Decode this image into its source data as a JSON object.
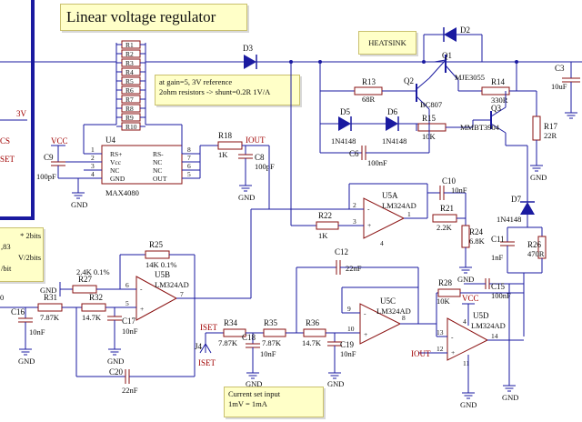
{
  "title": "Linear voltage regulator",
  "notes": {
    "gain_note": [
      "at gain=5, 3V reference",
      "2ohm resistors -> shunt=0.2R 1V/A"
    ],
    "current_note": [
      "Current set input",
      "1mV = 1mA"
    ],
    "left_note": [
      "* 2bits",
      ",83",
      "V/2bits",
      "/bit"
    ],
    "heatsink": "HEATSINK"
  },
  "left_fragments": {
    "v3": "3V",
    "cs": "CS",
    "set": "SET"
  },
  "nets": {
    "vcc1": "VCC",
    "vcc2": "VCC",
    "iout1": "IOUT",
    "iout2": "IOUT",
    "iset1": "ISET",
    "iset2": "ISET",
    "gnd": "GND"
  },
  "resistor_array": [
    "R1",
    "R2",
    "R3",
    "R4",
    "R5",
    "R6",
    "R7",
    "R8",
    "R9",
    "R10"
  ],
  "u4": {
    "ref": "U4",
    "part": "MAX4080",
    "left_pins": [
      {
        "n": "1",
        "name": "RS+"
      },
      {
        "n": "2",
        "name": "Vcc"
      },
      {
        "n": "3",
        "name": "NC"
      },
      {
        "n": "4",
        "name": "GND"
      }
    ],
    "right_pins": [
      {
        "n": "8",
        "name": "RS-"
      },
      {
        "n": "7",
        "name": "NC"
      },
      {
        "n": "6",
        "name": "NC"
      },
      {
        "n": "5",
        "name": "OUT"
      }
    ]
  },
  "components": {
    "d3": "D3",
    "d2": "D2",
    "q1": "Q1",
    "q1p": "MJE3055",
    "q2": "Q2",
    "q2p": "BC807",
    "q3": "Q3",
    "q3p": "MMBT3904",
    "r13": "R13",
    "r13v": "68R",
    "r14": "R14",
    "r14v": "330R",
    "r15": "R15",
    "r15v": "10K",
    "r17": "R17",
    "r17v": "22R",
    "r18": "R18",
    "r18v": "1K",
    "r21": "R21",
    "r21v": "2.2K",
    "r22": "R22",
    "r22v": "1K",
    "r24": "R24",
    "r24v": "6.8K",
    "r25": "R25",
    "r25v": "14K 0.1%",
    "r26": "R26",
    "r26v": "470R",
    "r27": "R27",
    "r27v": "2.4K 0.1%",
    "r28": "R28",
    "r28v": "10K",
    "r31": "R31",
    "r31v": "7.87K",
    "r32": "R32",
    "r32v": "14.7K",
    "r34": "R34",
    "r34v": "7.87K",
    "r35": "R35",
    "r35v": "7.87K",
    "r36": "R36",
    "r36v": "14.7K",
    "d5": "D5",
    "d5p": "1N4148",
    "d6": "D6",
    "d6p": "1N4148",
    "d7": "D7",
    "d7p": "1N4148",
    "c3": "C3",
    "c3v": "10uF",
    "c6": "C6",
    "c6v": "100nF",
    "c8": "C8",
    "c8v": "100pF",
    "c9": "C9",
    "c9v": "100pF",
    "c10": "C10",
    "c10v": "10nF",
    "c11": "C11",
    "c11v": "1nF",
    "c12": "C12",
    "c12v": "22nF",
    "c15": "C15",
    "c15v": "100nF",
    "c16": "C16",
    "c16v": "10nF",
    "c17": "C17",
    "c17v": "10nF",
    "c18": "C18",
    "c18v": "10nF",
    "c19": "C19",
    "c19v": "10nF",
    "c20": "C20",
    "c20v": "22nF",
    "j4": "J4",
    "r0": "0"
  },
  "opamps": {
    "u5a": {
      "ref": "U5A",
      "part": "LM324AD",
      "p1": "2",
      "p2": "3",
      "p3": "1",
      "p4": "4"
    },
    "u5b": {
      "ref": "U5B",
      "part": "LM324AD",
      "p1": "6",
      "p2": "5",
      "p3": "7",
      "p4": ""
    },
    "u5c": {
      "ref": "U5C",
      "part": "LM324AD",
      "p1": "9",
      "p2": "10",
      "p3": "8",
      "p4": ""
    },
    "u5d": {
      "ref": "U5D",
      "part": "LM324AD",
      "p1": "13",
      "p2": "12",
      "p3": "14",
      "p4": "4",
      "p5": "11"
    }
  },
  "colors": {
    "wire": "#1a1aa0",
    "part": "#8a1010",
    "note_bg": "#ffffc8",
    "frame": "#1a1aa0"
  }
}
